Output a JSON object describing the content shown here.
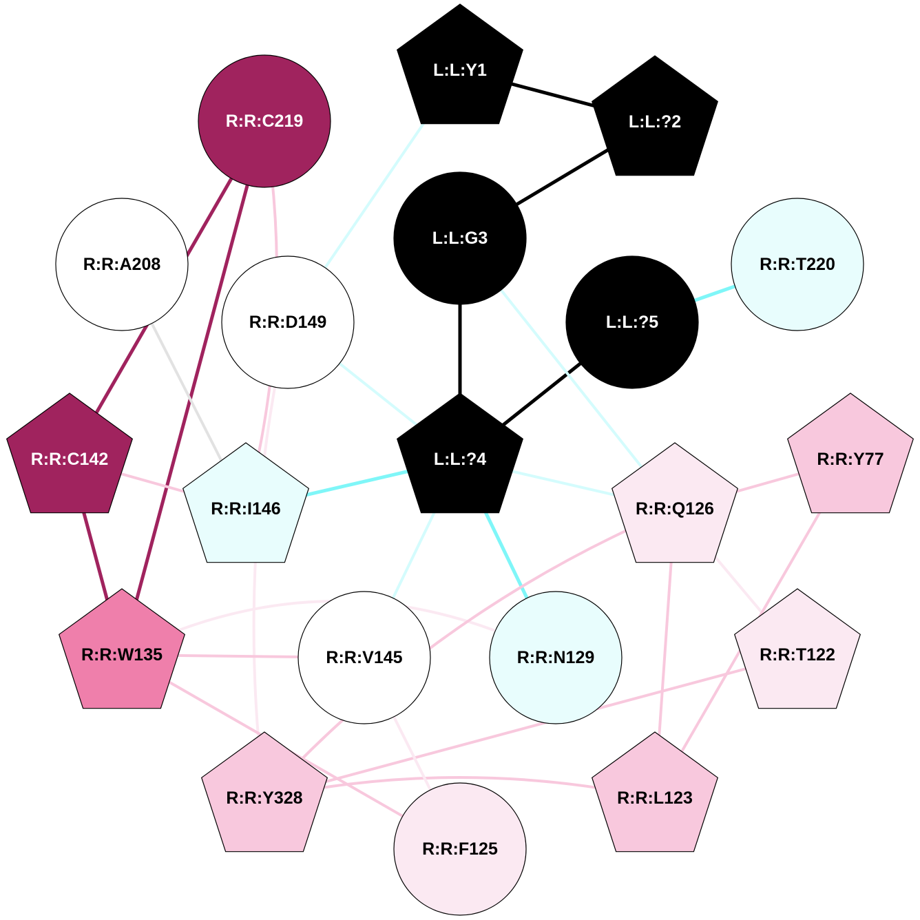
{
  "nodes": [
    {
      "id": "L:L:Y1",
      "label": "L:L:Y1",
      "shape": "pentagon",
      "fill": "#000000",
      "text": "#ffffff"
    },
    {
      "id": "L:L:?2",
      "label": "L:L:?2",
      "shape": "pentagon",
      "fill": "#000000",
      "text": "#ffffff"
    },
    {
      "id": "L:L:G3",
      "label": "L:L:G3",
      "shape": "circle",
      "fill": "#000000",
      "text": "#ffffff"
    },
    {
      "id": "L:L:?4",
      "label": "L:L:?4",
      "shape": "pentagon",
      "fill": "#000000",
      "text": "#ffffff"
    },
    {
      "id": "L:L:?5",
      "label": "L:L:?5",
      "shape": "circle",
      "fill": "#000000",
      "text": "#ffffff"
    },
    {
      "id": "R:R:C219",
      "label": "R:R:C219",
      "shape": "circle",
      "fill": "#a0235e",
      "text": "#ffffff"
    },
    {
      "id": "R:R:A208",
      "label": "R:R:A208",
      "shape": "circle",
      "fill": "#ffffff",
      "text": "#000000"
    },
    {
      "id": "R:R:D149",
      "label": "R:R:D149",
      "shape": "circle",
      "fill": "#ffffff",
      "text": "#000000"
    },
    {
      "id": "R:R:T220",
      "label": "R:R:T220",
      "shape": "circle",
      "fill": "#e8fdfd",
      "text": "#000000"
    },
    {
      "id": "R:R:C142",
      "label": "R:R:C142",
      "shape": "pentagon",
      "fill": "#a0235e",
      "text": "#ffffff"
    },
    {
      "id": "R:R:I146",
      "label": "R:R:I146",
      "shape": "pentagon",
      "fill": "#e8fdfd",
      "text": "#000000"
    },
    {
      "id": "R:R:Q126",
      "label": "R:R:Q126",
      "shape": "pentagon",
      "fill": "#fbe9f2",
      "text": "#000000"
    },
    {
      "id": "R:R:Y77",
      "label": "R:R:Y77",
      "shape": "pentagon",
      "fill": "#f8c8dd",
      "text": "#000000"
    },
    {
      "id": "R:R:W135",
      "label": "R:R:W135",
      "shape": "pentagon",
      "fill": "#ef7fab",
      "text": "#000000"
    },
    {
      "id": "R:R:V145",
      "label": "R:R:V145",
      "shape": "circle",
      "fill": "#ffffff",
      "text": "#000000"
    },
    {
      "id": "R:R:N129",
      "label": "R:R:N129",
      "shape": "circle",
      "fill": "#e8fdfd",
      "text": "#000000"
    },
    {
      "id": "R:R:T122",
      "label": "R:R:T122",
      "shape": "pentagon",
      "fill": "#fbe9f2",
      "text": "#000000"
    },
    {
      "id": "R:R:Y328",
      "label": "R:R:Y328",
      "shape": "pentagon",
      "fill": "#f8c8dd",
      "text": "#000000"
    },
    {
      "id": "R:R:L123",
      "label": "R:R:L123",
      "shape": "pentagon",
      "fill": "#f8c8dd",
      "text": "#000000"
    },
    {
      "id": "R:R:F125",
      "label": "R:R:F125",
      "shape": "circle",
      "fill": "#fbe9f2",
      "text": "#000000"
    }
  ],
  "edges": [
    {
      "s": "L:L:Y1",
      "t": "L:L:?2",
      "color": "#000000"
    },
    {
      "s": "L:L:?2",
      "t": "L:L:G3",
      "color": "#000000"
    },
    {
      "s": "L:L:G3",
      "t": "L:L:?4",
      "color": "#000000"
    },
    {
      "s": "L:L:?5",
      "t": "L:L:?4",
      "color": "#000000"
    },
    {
      "s": "L:L:?5",
      "t": "R:R:T220",
      "color": "#7ff6f8"
    },
    {
      "s": "L:L:Y1",
      "t": "R:R:D149",
      "color": "#d4fcfd"
    },
    {
      "s": "L:L:G3",
      "t": "R:R:Q126",
      "color": "#d4fcfd"
    },
    {
      "s": "R:R:D149",
      "t": "L:L:?4",
      "color": "#d4fcfd"
    },
    {
      "s": "L:L:?4",
      "t": "R:R:I146",
      "color": "#7ff6f8"
    },
    {
      "s": "L:L:?4",
      "t": "R:R:Q126",
      "color": "#d4fcfd"
    },
    {
      "s": "L:L:?4",
      "t": "R:R:V145",
      "color": "#d4fcfd"
    },
    {
      "s": "L:L:?4",
      "t": "R:R:N129",
      "color": "#7ff6f8"
    },
    {
      "s": "R:R:C219",
      "t": "R:R:C142",
      "color": "#a0235e"
    },
    {
      "s": "R:R:C219",
      "t": "R:R:W135",
      "color": "#a0235e"
    },
    {
      "s": "R:R:C219",
      "t": "R:R:I146",
      "color": "#f8c8dd"
    },
    {
      "s": "R:R:A208",
      "t": "R:R:I146",
      "color": "#e2e2e2"
    },
    {
      "s": "R:R:C142",
      "t": "R:R:W135",
      "color": "#a0235e"
    },
    {
      "s": "R:R:C142",
      "t": "R:R:I146",
      "color": "#f8c8dd"
    },
    {
      "s": "R:R:D149",
      "t": "R:R:Y328",
      "color": "#fbe9f2"
    },
    {
      "s": "R:R:W135",
      "t": "R:R:N129",
      "color": "#fbe9f2"
    },
    {
      "s": "R:R:W135",
      "t": "R:R:V145",
      "color": "#f8c8dd"
    },
    {
      "s": "R:R:W135",
      "t": "R:R:F125",
      "color": "#f8c8dd"
    },
    {
      "s": "R:R:Q126",
      "t": "R:R:Y77",
      "color": "#f8c8dd"
    },
    {
      "s": "R:R:Q126",
      "t": "R:R:Y328",
      "color": "#f8c8dd"
    },
    {
      "s": "R:R:Q126",
      "t": "R:R:L123",
      "color": "#f8c8dd"
    },
    {
      "s": "R:R:Q126",
      "t": "R:R:T122",
      "color": "#fbe9f2"
    },
    {
      "s": "R:R:Y77",
      "t": "R:R:L123",
      "color": "#f8c8dd"
    },
    {
      "s": "R:R:T122",
      "t": "R:R:Y328",
      "color": "#f8c8dd"
    },
    {
      "s": "R:R:Y328",
      "t": "R:R:L123",
      "color": "#f8c8dd"
    },
    {
      "s": "R:R:V145",
      "t": "R:R:F125",
      "color": "#fbe9f2"
    }
  ]
}
